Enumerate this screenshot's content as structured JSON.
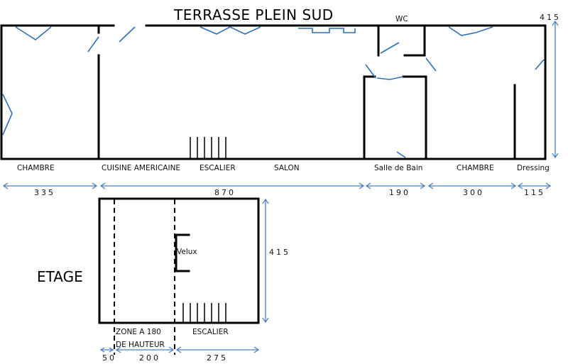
{
  "title": "TERRASSE PLEIN SUD",
  "ground_floor": {
    "rooms": {
      "chambre_left": "CHAMBRE",
      "cuisine": "CUISINE AMERICAINE",
      "escalier": "ESCALIER",
      "salon": "SALON",
      "salle_de_bain": "Salle de Bain",
      "chambre_right": "CHAMBRE",
      "dressing": "Dressing",
      "wc": "WC"
    },
    "dimensions": {
      "chambre_left": "335",
      "main_span": "870",
      "salle_de_bain": "190",
      "chambre_right": "300",
      "dressing": "115",
      "depth": "415"
    }
  },
  "upper_floor": {
    "label": "ETAGE",
    "velux": "Velux",
    "zone_line1": "ZONE A 180",
    "zone_line2": "DE HAUTEUR",
    "escalier": "ESCALIER",
    "dimensions": {
      "left": "50",
      "zone": "200",
      "escalier": "275",
      "depth": "415"
    }
  }
}
